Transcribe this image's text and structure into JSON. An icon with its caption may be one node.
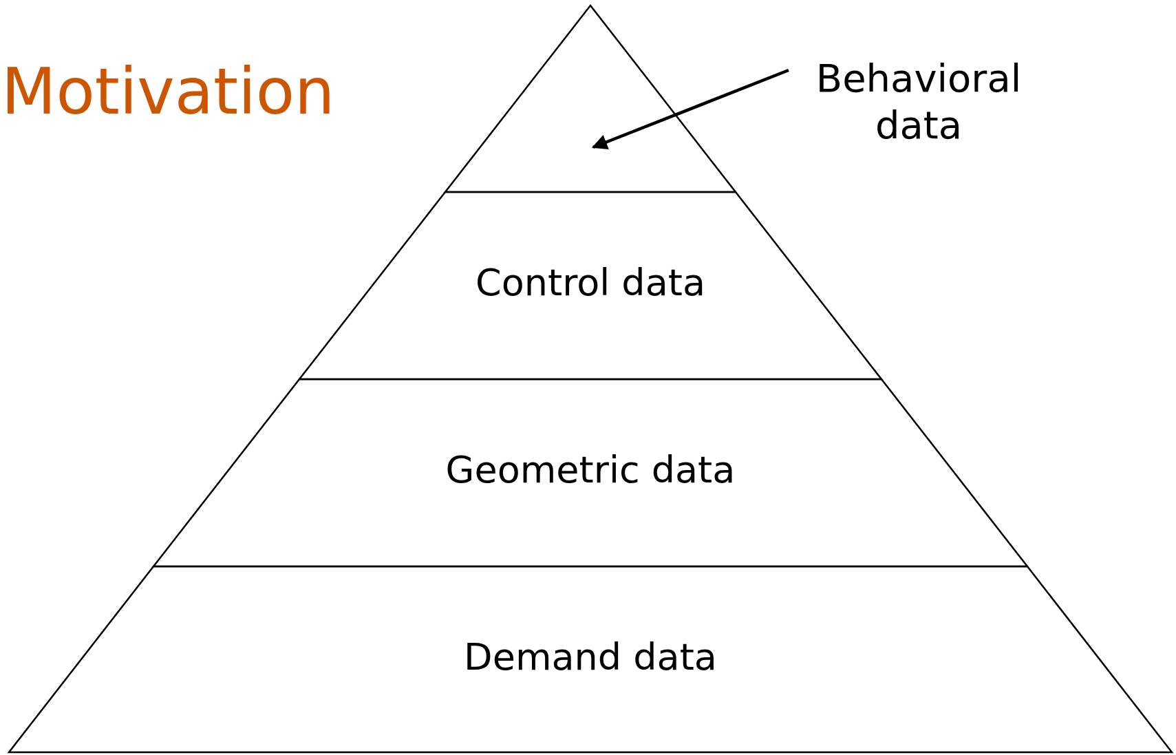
{
  "diagram": {
    "title": "Motivation",
    "nodes": [
      {
        "text": [],
        "shape": "triangle"
      },
      {
        "text": [
          "Behavioral data"
        ]
      },
      {
        "text": [
          "Control data"
        ]
      },
      {
        "text": [
          "Geometric data"
        ]
      },
      {
        "text": [
          "Demand data"
        ]
      }
    ],
    "edges": [
      {
        "from": 1,
        "to": 0,
        "arrow": "to"
      }
    ]
  }
}
